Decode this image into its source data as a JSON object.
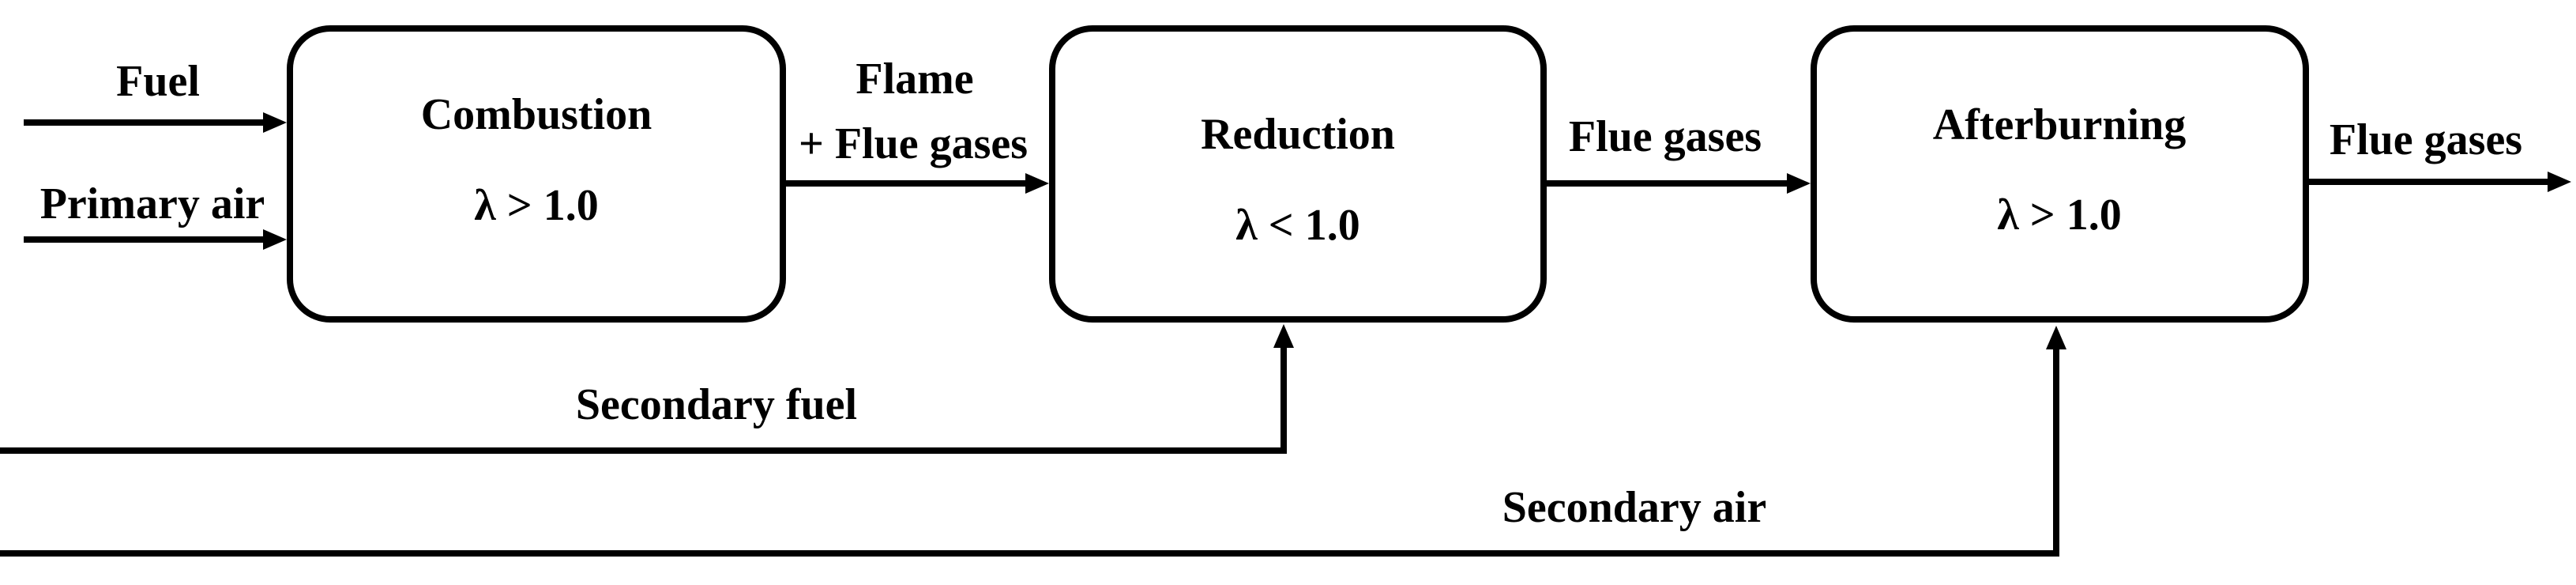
{
  "colors": {
    "line": "#000000",
    "text": "#000000",
    "background": "#ffffff"
  },
  "boxes": [
    {
      "title": "Combustion",
      "condition": "λ > 1.0"
    },
    {
      "title": "Reduction",
      "condition": "λ < 1.0"
    },
    {
      "title": "Afterburning",
      "condition": "λ > 1.0"
    }
  ],
  "flows": [
    {
      "label": "Fuel",
      "from": "inlet",
      "to": "Combustion"
    },
    {
      "label": "Primary air",
      "from": "inlet",
      "to": "Combustion"
    },
    {
      "label": "Flame + Flue gases",
      "label_lines": [
        "Flame",
        "+ Flue gases"
      ],
      "from": "Combustion",
      "to": "Reduction"
    },
    {
      "label": "Flue gases",
      "from": "Reduction",
      "to": "Afterburning"
    },
    {
      "label": "Flue gases",
      "from": "Afterburning",
      "to": "outlet"
    },
    {
      "label": "Secondary fuel",
      "from": "inlet",
      "to": "Reduction"
    },
    {
      "label": "Secondary air",
      "from": "inlet",
      "to": "Afterburning"
    }
  ]
}
